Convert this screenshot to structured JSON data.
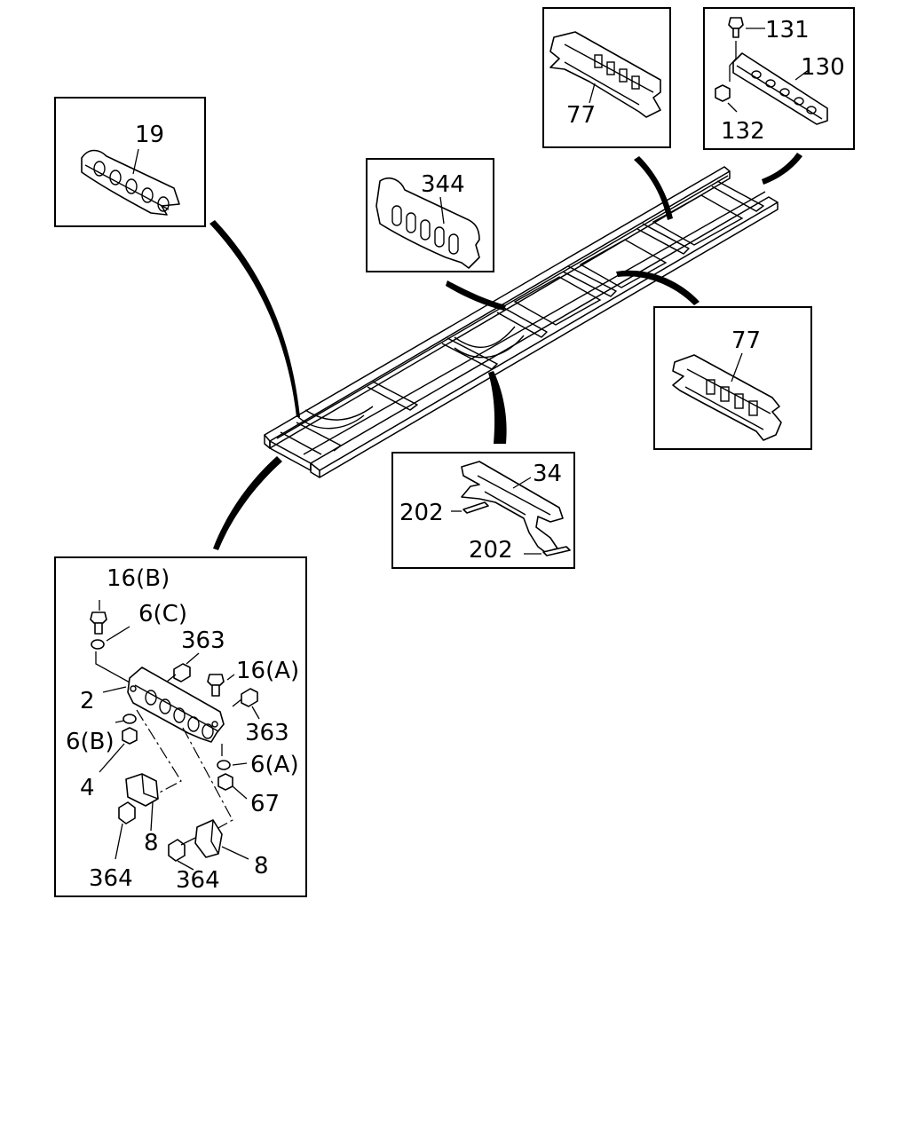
{
  "diagram": {
    "type": "exploded-parts-diagram",
    "insets": [
      {
        "id": "inset-19",
        "labels": [
          "19"
        ]
      },
      {
        "id": "inset-344",
        "labels": [
          "344"
        ]
      },
      {
        "id": "inset-77-top",
        "labels": [
          "77"
        ]
      },
      {
        "id": "inset-130",
        "labels": [
          "131",
          "130",
          "132"
        ]
      },
      {
        "id": "inset-77-right",
        "labels": [
          "77"
        ]
      },
      {
        "id": "inset-34",
        "labels": [
          "34",
          "202",
          "202"
        ]
      },
      {
        "id": "inset-front-crossmember",
        "labels": [
          "16(B)",
          "6(C)",
          "363",
          "16(A)",
          "2",
          "363",
          "6(B)",
          "6(A)",
          "4",
          "67",
          "8",
          "364",
          "364",
          "8"
        ]
      }
    ]
  }
}
